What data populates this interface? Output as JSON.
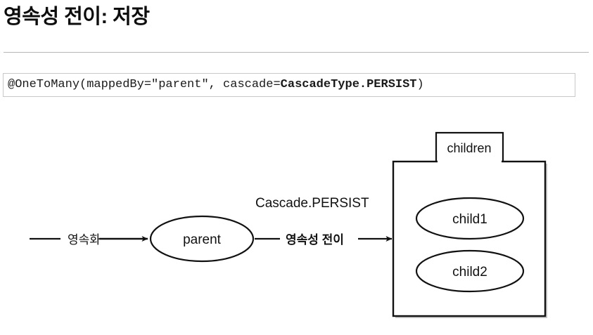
{
  "slide": {
    "title": "영속성 전이: 저장"
  },
  "code": {
    "prefix": "@OneToMany(mappedBy=\"parent\", cascade=",
    "emphasis": "CascadeType.PERSIST",
    "suffix": ")"
  },
  "diagram": {
    "persist_line_label": "영속화",
    "parent_node": "parent",
    "cascade_label": "Cascade.PERSIST",
    "cascade_flow_label": "영속성 전이",
    "children_tab_label": "children",
    "child_nodes": [
      "child1",
      "child2"
    ]
  },
  "colors": {
    "stroke": "#111111",
    "divider": "#b6b6b6",
    "code_border": "#c8c8c8",
    "background": "#ffffff"
  }
}
